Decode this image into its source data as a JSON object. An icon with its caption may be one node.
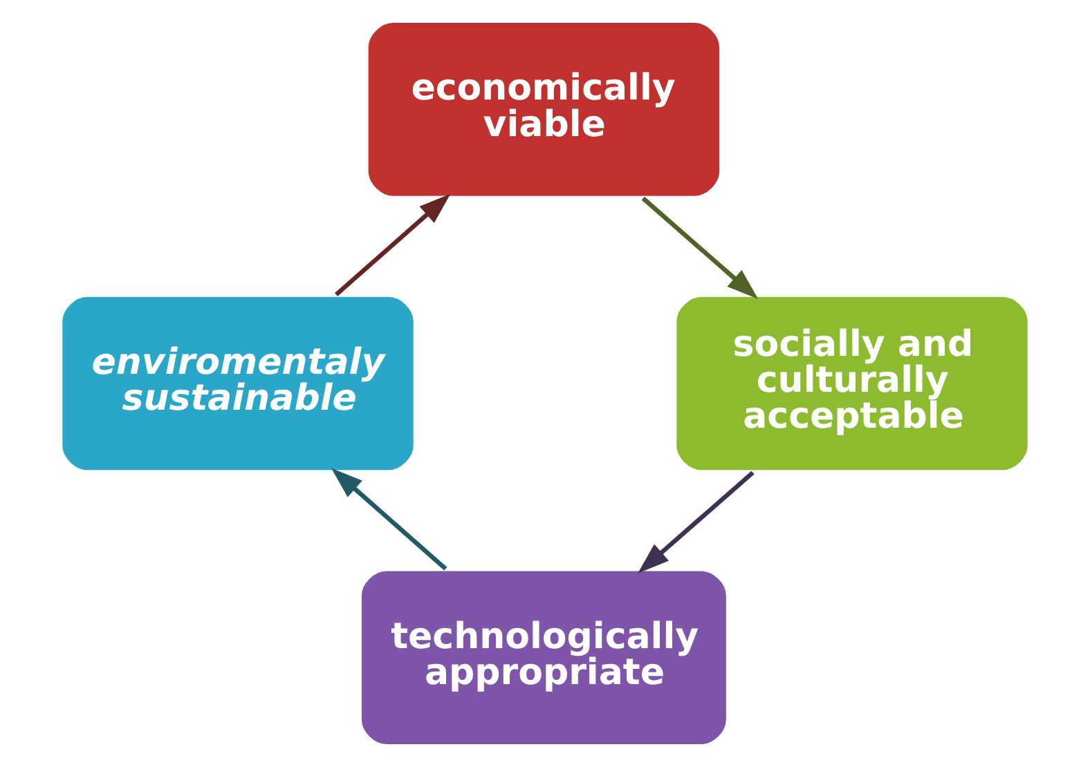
{
  "diagram": {
    "nodes": [
      {
        "text": [
          "economically viable"
        ]
      },
      {
        "text": [
          "socially and culturally acceptable"
        ]
      },
      {
        "text": [
          "technologically appropriate"
        ]
      },
      {
        "text": [
          "enviromentaly sustainable"
        ]
      }
    ],
    "edges": [
      {
        "from": 0,
        "to": 1,
        "arrow": "to",
        "color": "#4f6228"
      },
      {
        "from": 1,
        "to": 2,
        "arrow": "to",
        "color": "#3f3151"
      },
      {
        "from": 2,
        "to": 3,
        "arrow": "to",
        "color": "#215967"
      },
      {
        "from": 3,
        "to": 0,
        "arrow": "to",
        "color": "#632523"
      }
    ]
  }
}
